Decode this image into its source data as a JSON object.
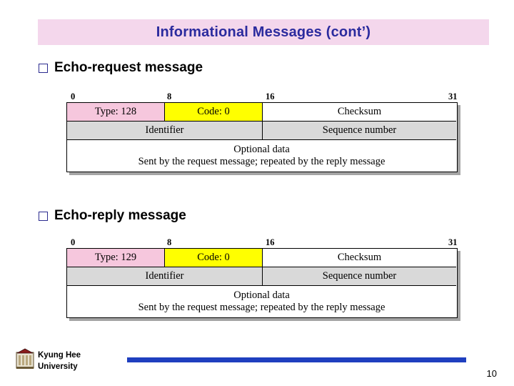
{
  "slide": {
    "title": "Informational Messages (cont’)",
    "page_number": "10",
    "footer": {
      "org_line1": "Kyung Hee",
      "org_line2": "University"
    }
  },
  "sections": [
    {
      "bullet_label": "Echo-request message",
      "diagram": {
        "ruler": [
          "0",
          "8",
          "16",
          "31"
        ],
        "rows": [
          [
            "Type: 128",
            "Code: 0",
            "Checksum"
          ],
          [
            "Identifier",
            "Sequence number"
          ],
          [
            "Optional data",
            "Sent by the request message; repeated by the reply message"
          ]
        ]
      }
    },
    {
      "bullet_label": "Echo-reply message",
      "diagram": {
        "ruler": [
          "0",
          "8",
          "16",
          "31"
        ],
        "rows": [
          [
            "Type: 129",
            "Code: 0",
            "Checksum"
          ],
          [
            "Identifier",
            "Sequence number"
          ],
          [
            "Optional data",
            "Sent by the request message; repeated by the reply message"
          ]
        ]
      }
    }
  ],
  "colors": {
    "title_bg": "#f4d7ec",
    "title_text": "#2b2b9e",
    "type_cell": "#f6c7dd",
    "code_cell": "#ffff00",
    "gray_cell": "#d9d9d9",
    "footer_bar": "#1f3fbf"
  }
}
